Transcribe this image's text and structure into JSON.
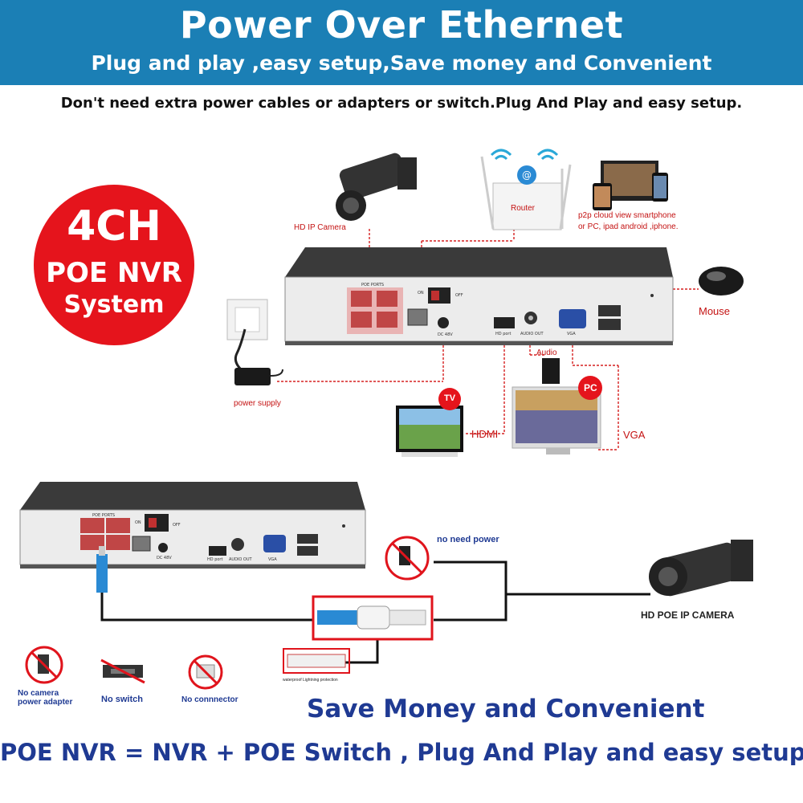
{
  "banner": {
    "title": "Power Over Ethernet",
    "subtitle": "Plug and play ,easy setup,Save money and Convenient"
  },
  "intro": "Don't need extra power cables or adapters or switch.Plug And Play and easy setup.",
  "badge": {
    "line1": "4CH",
    "line2": "POE NVR",
    "line3": "System"
  },
  "top_diagram": {
    "camera_label": "HD IP Camera",
    "router_label": "Router",
    "p2p_line1": "p2p cloud  view smartphone",
    "p2p_line2": "or PC, ipad android ,iphone.",
    "mouse_label": "Mouse",
    "power_label": "power supply",
    "audio_label": "Audio",
    "tv_badge": "TV",
    "pc_badge": "PC",
    "hdmi_label": "HDMI",
    "vga_label": "VGA"
  },
  "nvr_panel": {
    "poe_ports": "POE PORTS",
    "on": "ON",
    "off": "OFF",
    "dc": "DC 48V",
    "hd_port": "HD port",
    "audio_out": "AUDIO OUT",
    "vga": "VGA"
  },
  "bottom_diagram": {
    "no_need_power": "no need power",
    "camera_label": "HD POE IP CAMERA",
    "lightning_label": "waterproof Lightning protection"
  },
  "features": [
    {
      "label": "No camera\npower adapter",
      "icon": "no-adapter-icon"
    },
    {
      "label": "No switch",
      "icon": "no-switch-icon"
    },
    {
      "label": "No connnector",
      "icon": "no-connector-icon"
    }
  ],
  "save_text": "Save Money and Convenient",
  "formula": "POE NVR = NVR + POE Switch , Plug And Play and easy setup.",
  "colors": {
    "banner": "#1b7fb5",
    "badge": "#e5141c",
    "accent_text": "#1f3a93",
    "callout_red": "#c41313"
  }
}
